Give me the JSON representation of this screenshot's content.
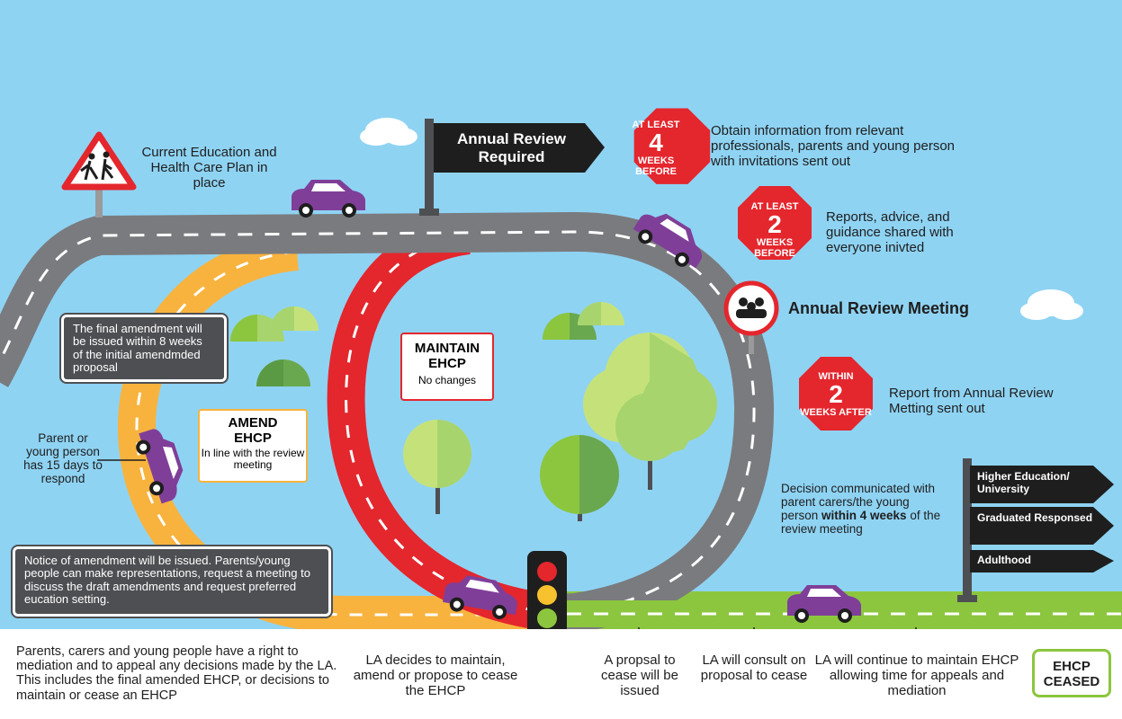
{
  "start": {
    "text": "Current Education and Health Care Plan in place"
  },
  "annual_review_sign": {
    "text": "Annual Review Required"
  },
  "stops": [
    {
      "top": "AT LEAST",
      "num": "4",
      "bottom": "WEEKS BEFORE",
      "desc": "Obtain information from relevant professionals, parents and young person with invitations sent out"
    },
    {
      "top": "AT LEAST",
      "num": "2",
      "bottom": "WEEKS BEFORE",
      "desc": "Reports, advice, and guidance shared with everyone inivted"
    },
    {
      "top": "WITHIN",
      "num": "2",
      "bottom": "WEEKS AFTER",
      "desc": "Report from Annual Review Metting sent out"
    }
  ],
  "meeting": {
    "label": "Annual Review Meeting",
    "icon": "people-meeting-icon"
  },
  "boxes": {
    "final_amendment": "The final amendment will be issued within 8 weeks of the initial amendmded proposal",
    "notice": "Notice of amendment will be issued. Parents/young people can make representations, request a meeting to discuss the draft amendments and request  preferred eucation setting.",
    "respond": "Parent or young person has 15 days to respond"
  },
  "maintain": {
    "title": "MAINTAIN EHCP",
    "sub": "No changes"
  },
  "amend": {
    "title": "AMEND EHCP",
    "sub": "In line with the review meeting"
  },
  "decision": {
    "pre": "Decision communicated with parent carers/the young person ",
    "bold": "within 4 weeks",
    "post": " of the review meeting"
  },
  "signpost": [
    "Higher Education/ University",
    "Graduated Responsed",
    "Adulthood"
  ],
  "bottom": {
    "mediation": "Parents, carers and young people have a right to mediation and to appeal any decisions made by the LA. This includes the final amended EHCP, or decisions to maintain or cease an EHCP",
    "la_decides": "LA decides to maintain, amend or propose to cease the EHCP",
    "proposal": "A propsal to cease will be issued",
    "consult": "LA will consult on proposal to cease",
    "continue": "LA will continue to maintain EHCP allowing time for appeals and mediation",
    "ceased": "EHCP CEASED"
  },
  "colors": {
    "sky": "#8fd3f3",
    "road": "#7a7b7e",
    "red_road": "#e4262d",
    "orange_road": "#f8b33e",
    "grass": "#8cc63f",
    "car": "#7f3f98",
    "stop": "#e4262d",
    "dark": "#4e4f53"
  }
}
